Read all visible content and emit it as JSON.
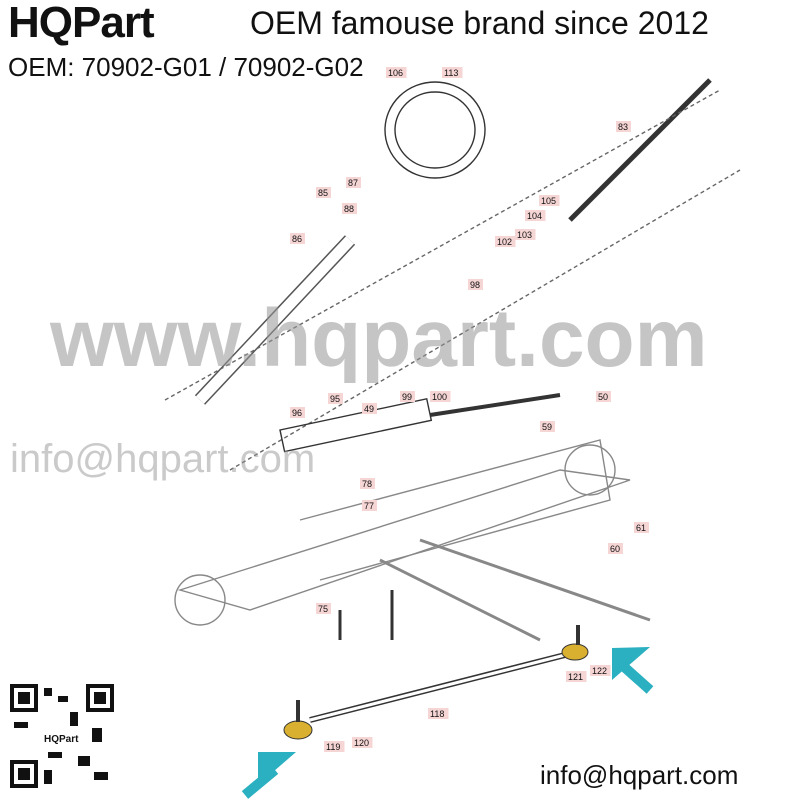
{
  "header": {
    "brand": "HQPart",
    "oem": "OEM: 70902-G01 / 70902-G02",
    "tagline": "OEM famouse brand since 2012"
  },
  "watermark": {
    "site": "www.hqpart.com",
    "email": "info@hqpart.com"
  },
  "footer": {
    "email": "info@hqpart.com"
  },
  "qr": {
    "label": "HQPart"
  },
  "colors": {
    "highlight": "#d9b030",
    "arrow": "#2ab0c0"
  },
  "parts": [
    "106",
    "113",
    "83",
    "85",
    "87",
    "88",
    "86",
    "105",
    "104",
    "103",
    "102",
    "98",
    "100",
    "99",
    "95",
    "96",
    "49",
    "50",
    "59",
    "78",
    "77",
    "61",
    "60",
    "75",
    "118",
    "119",
    "120",
    "121",
    "122"
  ]
}
